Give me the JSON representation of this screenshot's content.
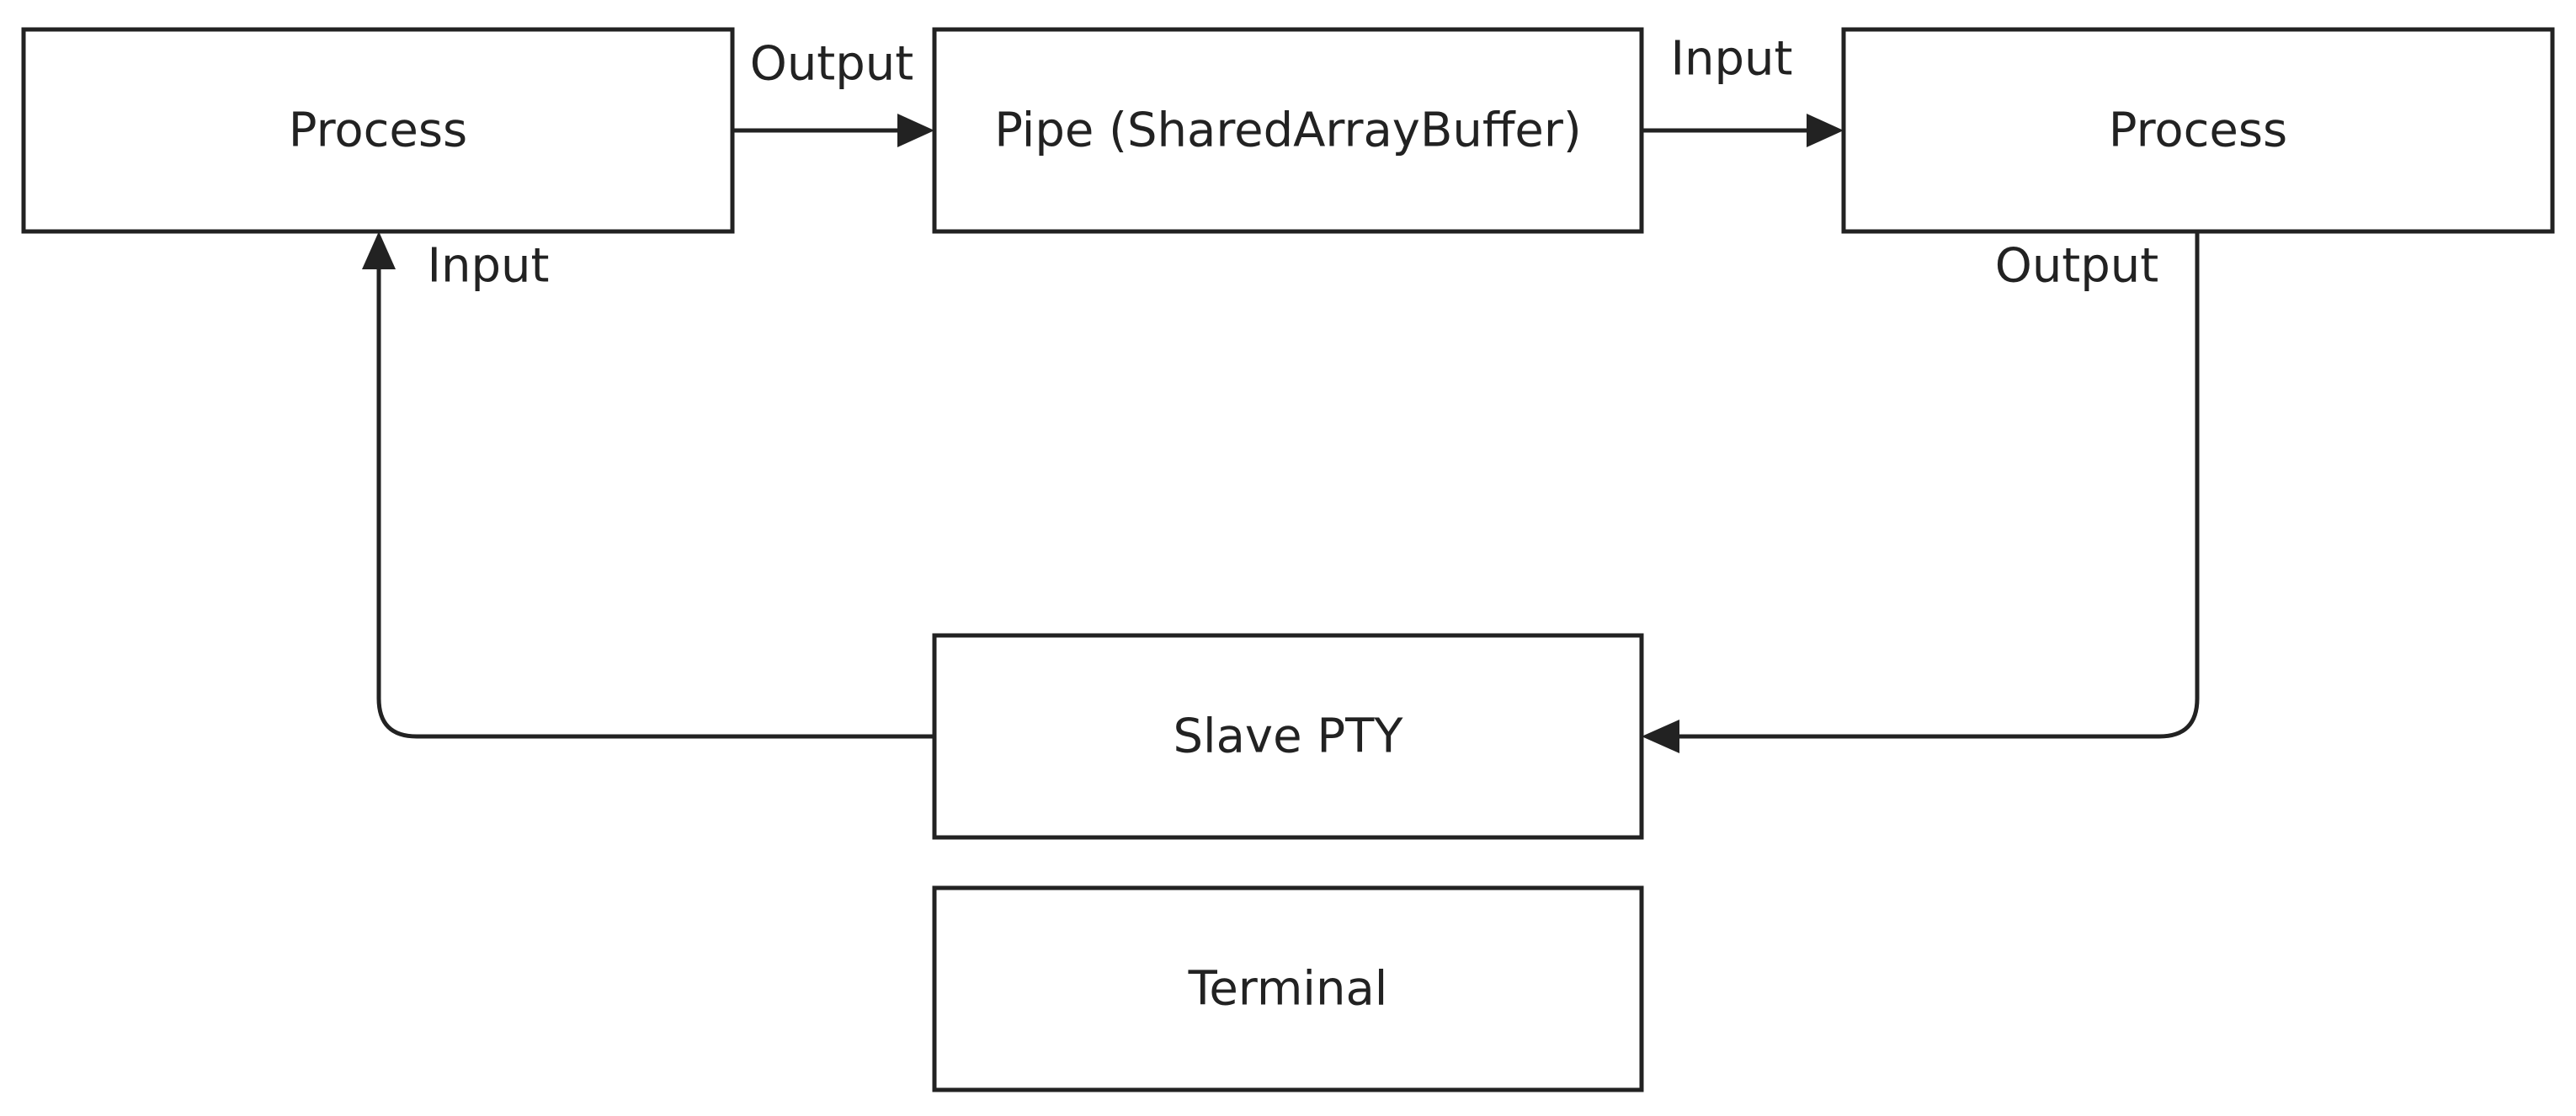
{
  "nodes": {
    "process_left": "Process",
    "pipe": "Pipe (SharedArrayBuffer)",
    "process_right": "Process",
    "slave_pty": "Slave PTY",
    "terminal": "Terminal"
  },
  "edges": {
    "process_left_to_pipe": "Output",
    "pipe_to_process_right": "Input",
    "process_right_to_slave_pty": "Output",
    "slave_pty_to_process_left": "Input"
  },
  "colors": {
    "stroke": "#222222",
    "background": "#ffffff"
  }
}
